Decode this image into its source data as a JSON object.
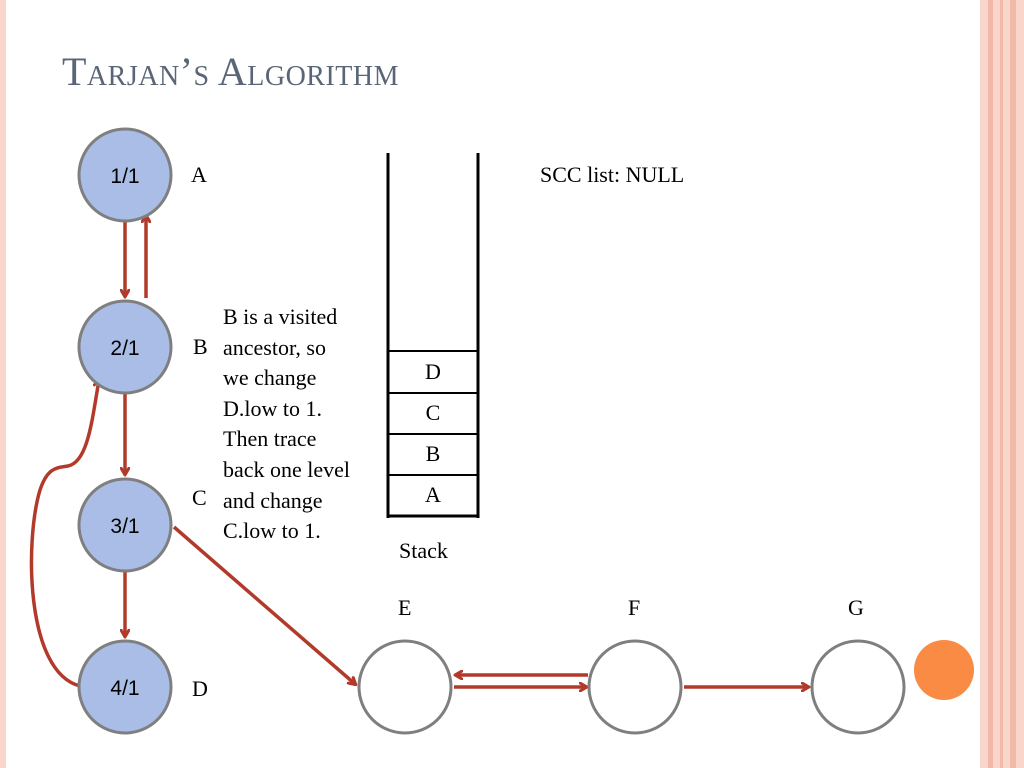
{
  "title": "Tarjan’s Algorithm",
  "scc_list": "SCC list: NULL",
  "explanation": [
    "B is a visited",
    "ancestor, so",
    "we change",
    "D.low to 1.",
    "Then trace",
    "back one level",
    "and change",
    "C.low to 1."
  ],
  "stack": {
    "label": "Stack",
    "cells_top_to_bottom": [
      "D",
      "C",
      "B",
      "A"
    ]
  },
  "nodes": [
    {
      "id": "A",
      "name": "A",
      "value": "1/1",
      "visited": true
    },
    {
      "id": "B",
      "name": "B",
      "value": "2/1",
      "visited": true
    },
    {
      "id": "C",
      "name": "C",
      "value": "3/1",
      "visited": true
    },
    {
      "id": "D",
      "name": "D",
      "value": "4/1",
      "visited": true
    },
    {
      "id": "E",
      "name": "E",
      "value": "",
      "visited": false
    },
    {
      "id": "F",
      "name": "F",
      "value": "",
      "visited": false
    },
    {
      "id": "G",
      "name": "G",
      "value": "",
      "visited": false
    }
  ],
  "edges": [
    {
      "from": "A",
      "to": "B"
    },
    {
      "from": "B",
      "to": "A"
    },
    {
      "from": "B",
      "to": "C"
    },
    {
      "from": "C",
      "to": "D"
    },
    {
      "from": "D",
      "to": "B"
    },
    {
      "from": "C",
      "to": "E"
    },
    {
      "from": "E",
      "to": "F"
    },
    {
      "from": "F",
      "to": "E"
    },
    {
      "from": "F",
      "to": "G"
    }
  ],
  "colors": {
    "visited_fill": "#a9bde6",
    "node_stroke": "#7f7f7f",
    "edge": "#b23a2a",
    "title": "#5a6577",
    "accent_dot": "#f98b45"
  }
}
